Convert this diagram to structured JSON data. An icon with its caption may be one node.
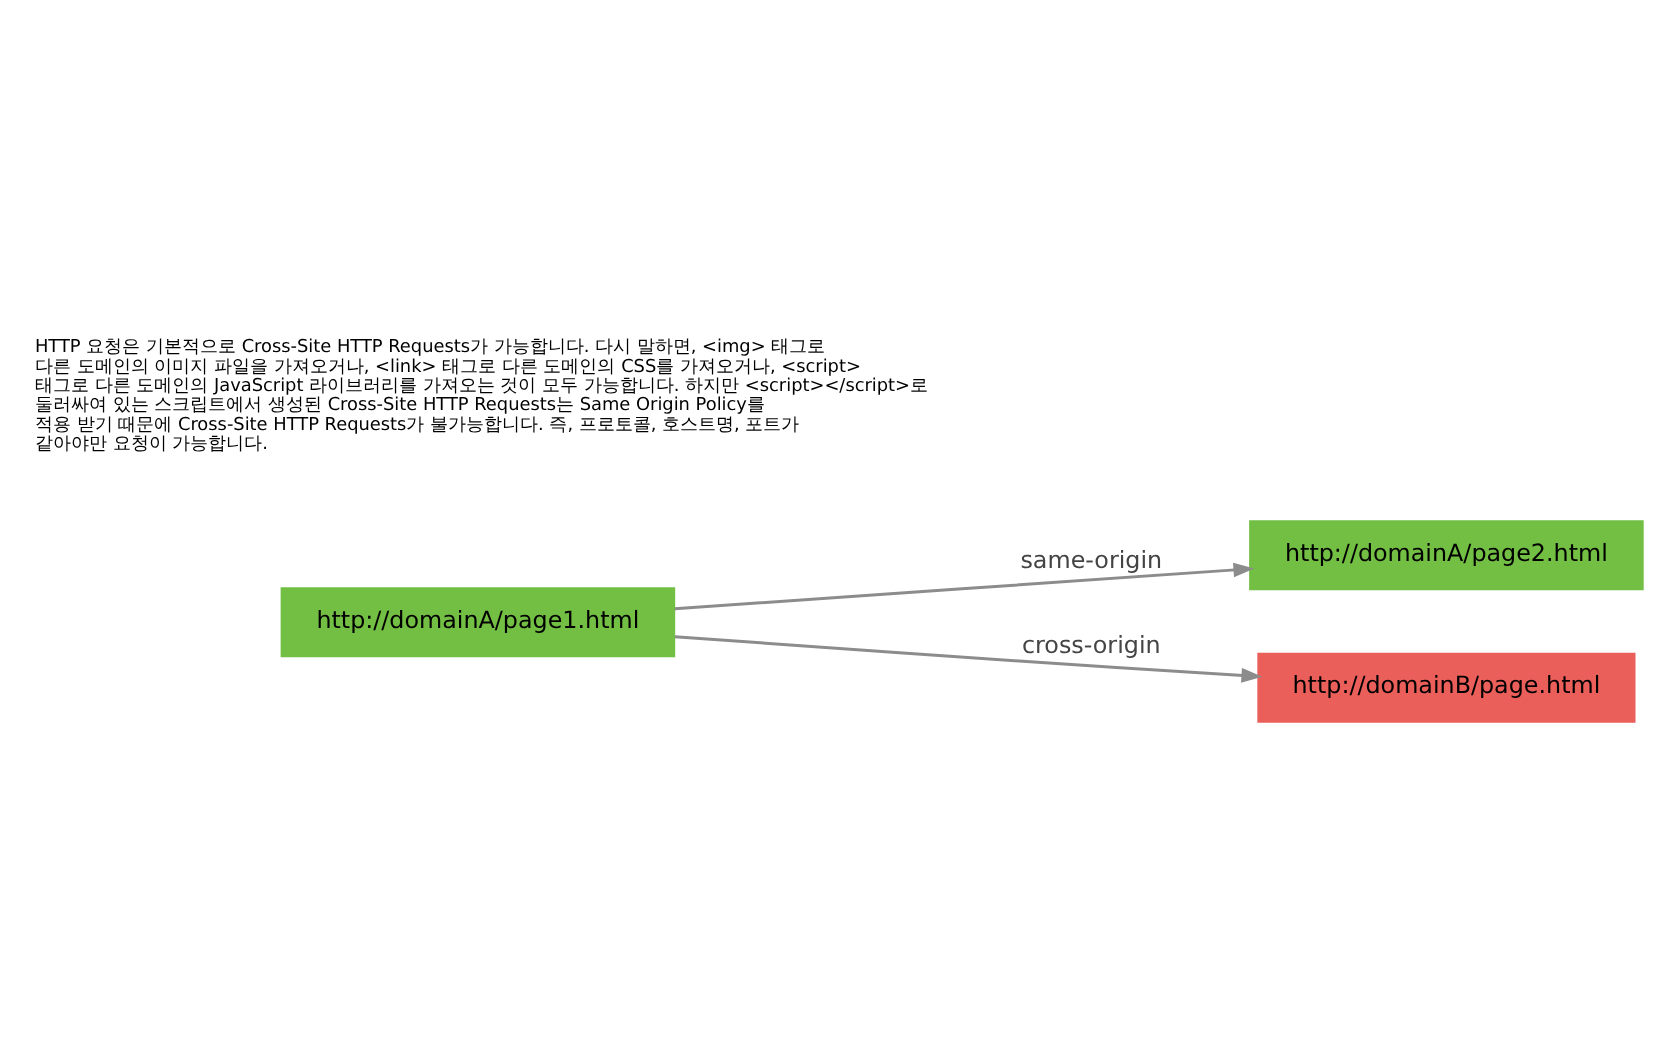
{
  "diagram": {
    "nodes": [
      {
        "text": [
          "http://domainA/page1.html"
        ]
      },
      {
        "text": [
          "http://domainA/page2.html"
        ]
      },
      {
        "text": [
          "http://domainB/page.html"
        ]
      }
    ],
    "edges": [
      {
        "from": 0,
        "to": 1,
        "arrow": "to",
        "label": "same-origin"
      },
      {
        "from": 0,
        "to": 2,
        "arrow": "to",
        "label": "cross-origin"
      }
    ],
    "labels": [
      "HTTP 요청은 기본적으로 Cross-Site HTTP Requests가 가능합니다. 다시 말하면, <img> 태그로 다른 도메인의 이미지 파일을 가져오거나, <link> 태그로 다른 도메인의 CSS를 가져오거나, <script> 태그로 다른 도메인의 JavaScript 라이브러리를 가져오는 것이 모두 가능합니다. 하지만 <script></script>로 둘러싸여 있는 스크립트에서 생성된 Cross-Site HTTP Requests는 Same Origin Policy를 적용 받기 때문에 Cross-Site HTTP Requests가 불가능합니다. 즉, 프로토콜, 호스트명, 포트가 같아야만 요청이 가능합니다."
    ]
  }
}
